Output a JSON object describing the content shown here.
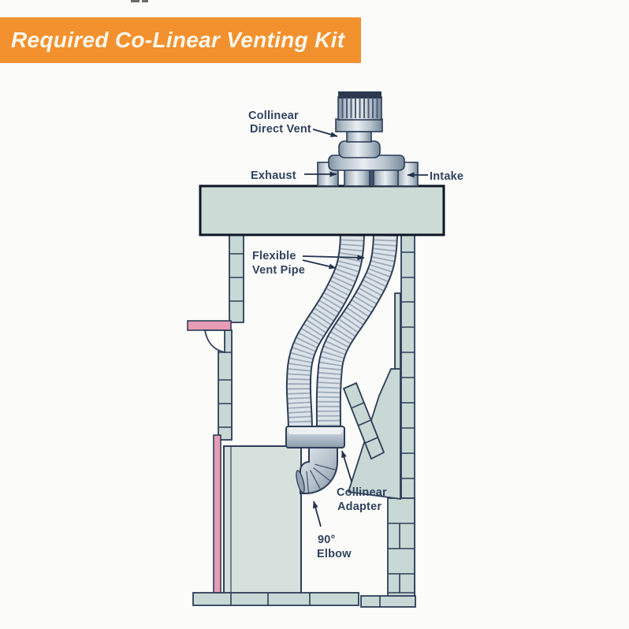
{
  "banner": {
    "label": "Required Co-Linear Venting Kit"
  },
  "colors": {
    "page_bg": "#FBFBFA",
    "banner_bg": "#F2912D",
    "banner_text": "#FCF7EE",
    "ink": "#2E3D58",
    "outline_dark": "#22304A",
    "label_text": "#31435F",
    "slab": "#CDDBD7",
    "brick": "#C8D8D5",
    "box": "#D6E1DE",
    "pink": "#E79CB5",
    "pipe_fill": "#DCE4E9",
    "pipe_stripe": "#5E7089"
  },
  "diagram": {
    "labels": {
      "collinear_direct_vent": {
        "line1": "Collinear",
        "line2": "Direct Vent"
      },
      "exhaust": "Exhaust",
      "intake": "Intake",
      "flexible_vent_pipe": {
        "line1": "Flexible",
        "line2": "Vent Pipe"
      },
      "collinear_adapter": {
        "line1": "Collinear",
        "line2": "Adapter"
      },
      "elbow": {
        "line1": "90°",
        "line2": "Elbow"
      }
    }
  }
}
